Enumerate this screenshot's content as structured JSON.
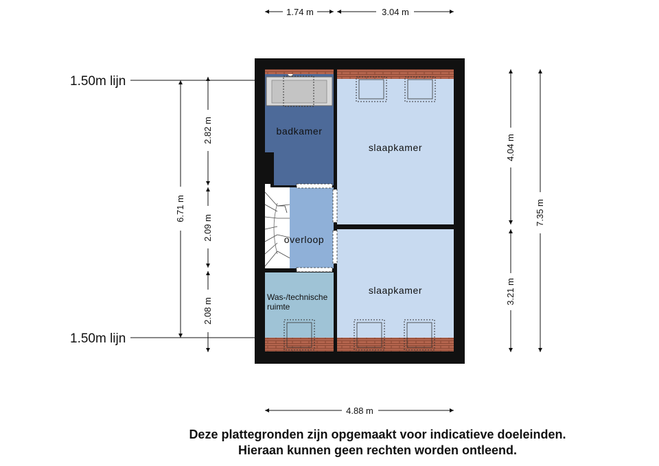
{
  "dimensions": {
    "top_left": "1.74 m",
    "top_right": "3.04 m",
    "bottom": "4.88 m",
    "left_height_total": "6.71 m",
    "left_seg_top": "2.82 m",
    "left_seg_mid": "2.09 m",
    "left_seg_bottom": "2.08 m",
    "right_seg_top": "4.04 m",
    "right_seg_bottom": "3.21 m",
    "right_total": "7.35 m"
  },
  "rooms": {
    "badkamer": "badkamer",
    "slaapkamer_top": "slaapkamer",
    "slaapkamer_bottom": "slaapkamer",
    "overloop": "overloop",
    "was_line1": "Was-/technische",
    "was_line2": "ruimte"
  },
  "lijn": {
    "top": "1.50m lijn",
    "bottom": "1.50m lijn"
  },
  "disclaimer": {
    "line1": "Deze plattegronden zijn opgemaakt voor indicatieve doeleinden.",
    "line2": "Hieraan kunnen geen rechten worden ontleend."
  },
  "colors": {
    "wall": "#111111",
    "badkamer": "#4d6a99",
    "slaapkamer": "#c8daf0",
    "overloop": "#8fb0d8",
    "was_ruimte": "#9fc3d6",
    "roof_tiles": "#b5654e"
  }
}
